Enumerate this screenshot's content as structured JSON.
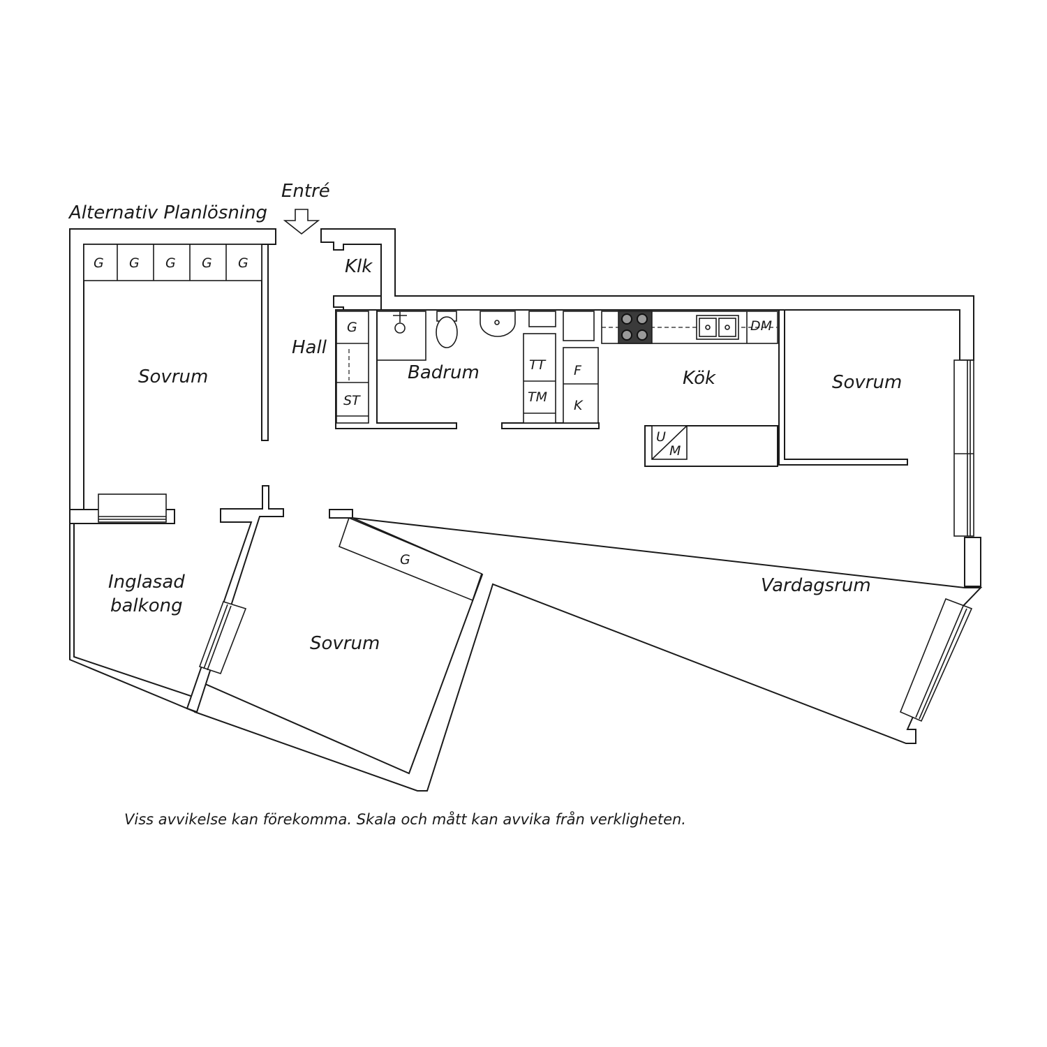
{
  "title": "Alternativ Planlösning",
  "entrance": "Entré",
  "rooms": {
    "bedroom_top_left": "Sovrum",
    "closet": "Klk",
    "hall": "Hall",
    "bathroom": "Badrum",
    "kitchen": "Kök",
    "bedroom_right": "Sovrum",
    "living_room": "Vardagsrum",
    "balcony_line1": "Inglasad",
    "balcony_line2": "balkong",
    "bedroom_bottom": "Sovrum"
  },
  "fixtures": {
    "wardrobe": "G",
    "shoe_cabinet": "ST",
    "dryer": "TT",
    "washer": "TM",
    "fridge": "F",
    "freezer": "K",
    "dishwasher": "DM",
    "oven": "U",
    "microwave": "M"
  },
  "disclaimer": "Viss avvikelse kan förekomma. Skala och mått kan avvika från verkligheten."
}
